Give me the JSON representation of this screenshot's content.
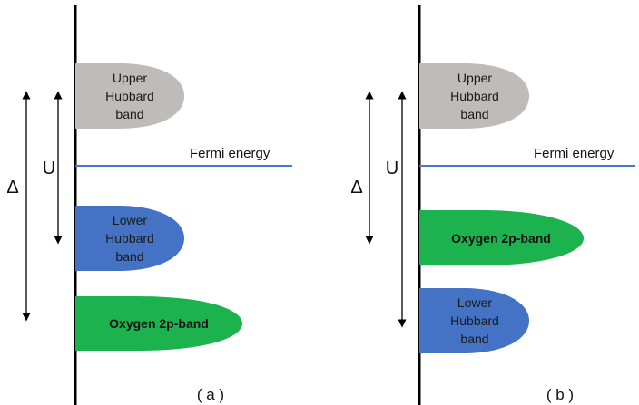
{
  "colors": {
    "upper_hubbard": "#bfbbb9",
    "lower_hubbard": "#4472c4",
    "oxygen_band": "#1cb34f",
    "fermi_line": "#4a78c8",
    "axis": "#000000"
  },
  "panels": [
    {
      "label": "( a )",
      "fermi_label": "Fermi energy",
      "u_symbol": "U",
      "delta_symbol": "Δ",
      "upper_band": [
        "Upper",
        "Hubbard",
        "band"
      ],
      "lower_band": [
        "Lower",
        "Hubbard",
        "band"
      ],
      "oxygen_band": "Oxygen 2p-band"
    },
    {
      "label": "( b )",
      "fermi_label": "Fermi energy",
      "u_symbol": "U",
      "delta_symbol": "Δ",
      "upper_band": [
        "Upper",
        "Hubbard",
        "band"
      ],
      "lower_band": [
        "Lower",
        "Hubbard",
        "band"
      ],
      "oxygen_band": "Oxygen 2p-band"
    }
  ]
}
